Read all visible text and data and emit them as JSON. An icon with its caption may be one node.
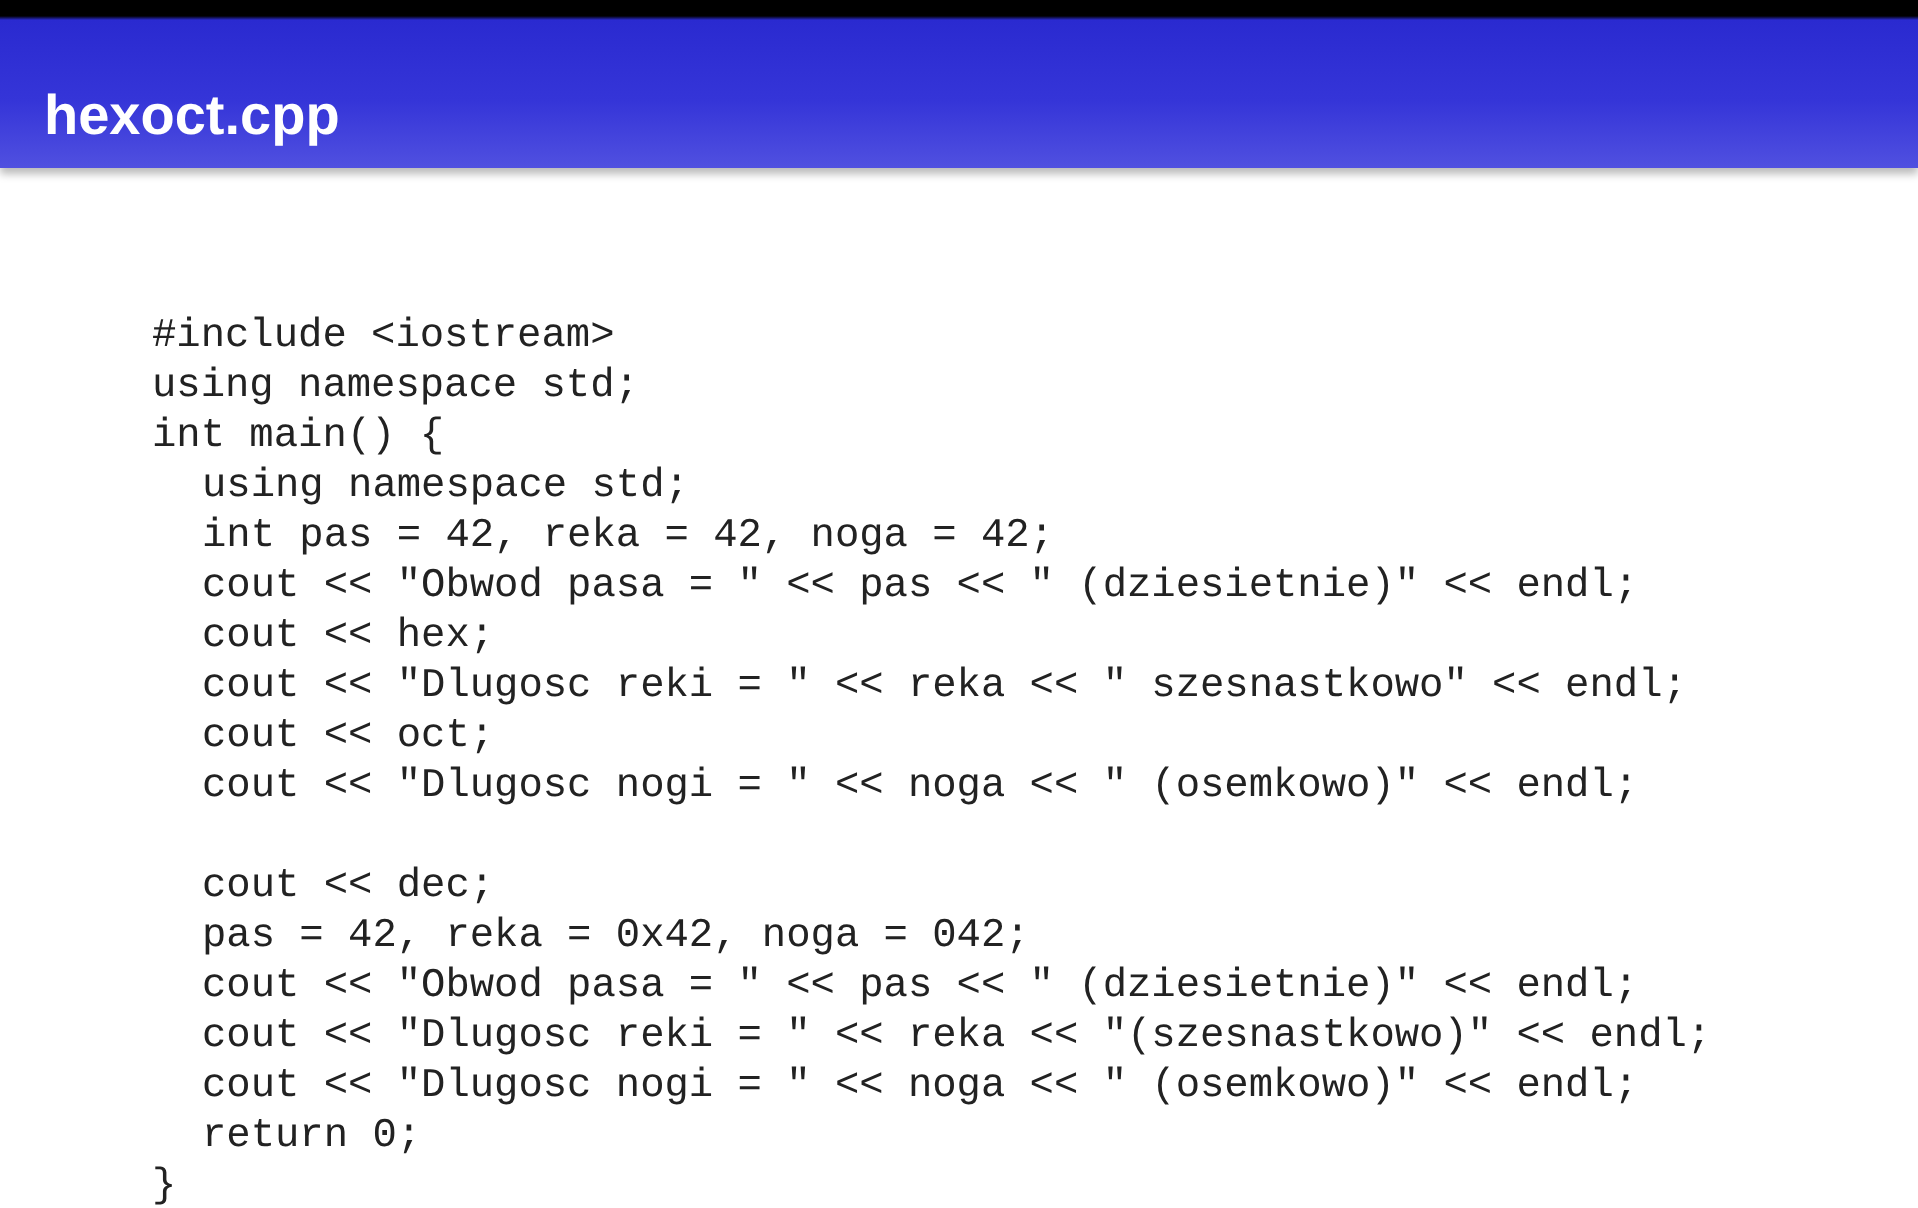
{
  "diagram": {
    "title": "hexoct.cpp",
    "labels": [
      "#include <iostream>",
      "using namespace std;",
      "int main() {",
      "using namespace std;",
      "int pas = 42, reka = 42, noga = 42;",
      "cout << \"Obwod pasa = \" << pas << \" (dziesietnie)\" << endl;",
      "cout << hex;",
      "cout << \"Dlugosc reki = \" << reka << \" szesnastkowo\" << endl;",
      "cout << oct;",
      "cout << \"Dlugosc nogi = \" << noga << \" (osemkowo)\" << endl;",
      "cout << dec;",
      "pas = 42, reka = 0x42, noga = 042;",
      "cout << \"Obwod pasa = \" << pas << \" (dziesietnie)\" << endl;",
      "cout << \"Dlugosc reki = \" << reka << \"(szesnastkowo)\" << endl;",
      "cout << \"Dlugosc nogi = \" << noga << \" (osemkowo)\" << endl;",
      "return 0;",
      "}"
    ]
  }
}
